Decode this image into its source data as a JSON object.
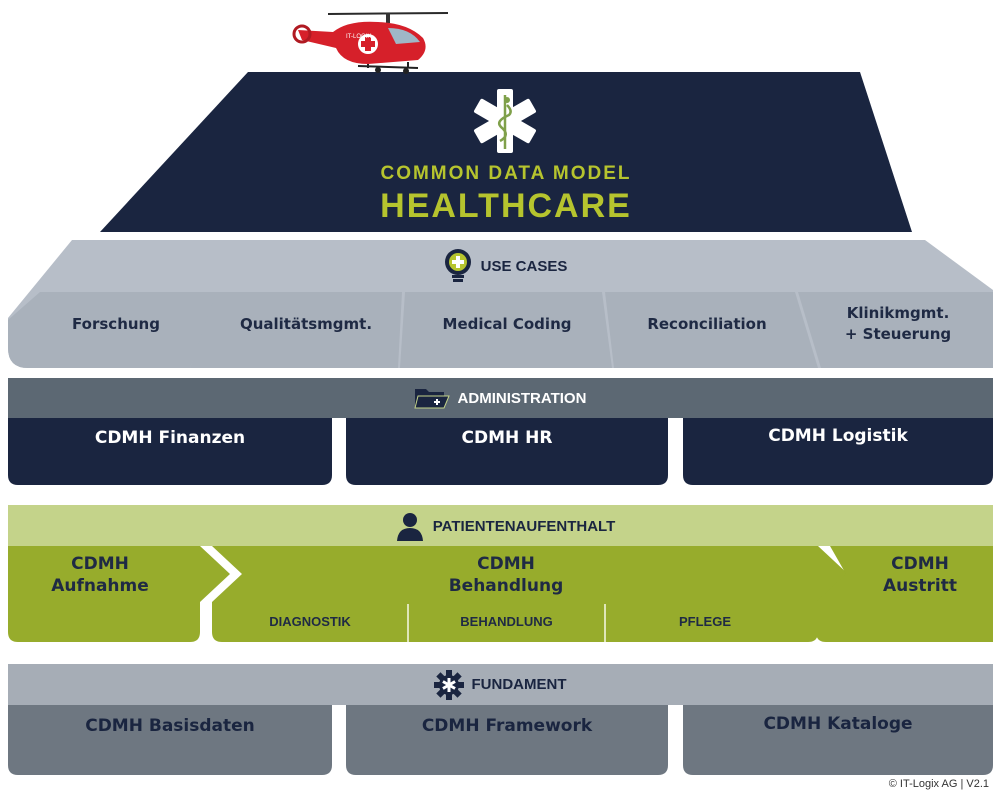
{
  "top": {
    "line1": "COMMON DATA MODEL",
    "line2": "HEALTHCARE",
    "helicopter_text": "IT-LOGIX"
  },
  "use_cases": {
    "title": "USE CASES",
    "items": [
      "Forschung",
      "Qualitätsmgmt.",
      "Medical Coding",
      "Reconciliation",
      "Klinikmgmt.\n+ Steuerung"
    ]
  },
  "administration": {
    "title": "ADMINISTRATION",
    "items": [
      "CDMH Finanzen",
      "CDMH HR",
      "CDMH Logistik"
    ]
  },
  "patientenaufenthalt": {
    "title": "PATIENTENAUFENTHALT",
    "aufnahme": "CDMH\nAufnahme",
    "behandlung": "CDMH\nBehandlung",
    "austritt": "CDMH\nAustritt",
    "sub_items": [
      "DIAGNOSTIK",
      "BEHANDLUNG",
      "PFLEGE"
    ]
  },
  "fundament": {
    "title": "FUNDAMENT",
    "items": [
      "CDMH Basisdaten",
      "CDMH Framework",
      "CDMH Kataloge"
    ]
  },
  "footer": {
    "copyright": "© IT-Logix AG | V2.1"
  },
  "colors": {
    "navy": "#1a2540",
    "lime": "#b6c42e",
    "green": "#97ac2c",
    "light_green": "#c4d38a",
    "grey_light": "#b7bec8",
    "grey_mid": "#9aa3ae",
    "slate": "#5c6873",
    "grey_band": "#a6adb6",
    "grey_box": "#6e7781"
  },
  "icons": [
    "helicopter-icon",
    "star-of-life-icon",
    "lightbulb-icon",
    "folder-icon",
    "person-icon",
    "gear-icon"
  ]
}
